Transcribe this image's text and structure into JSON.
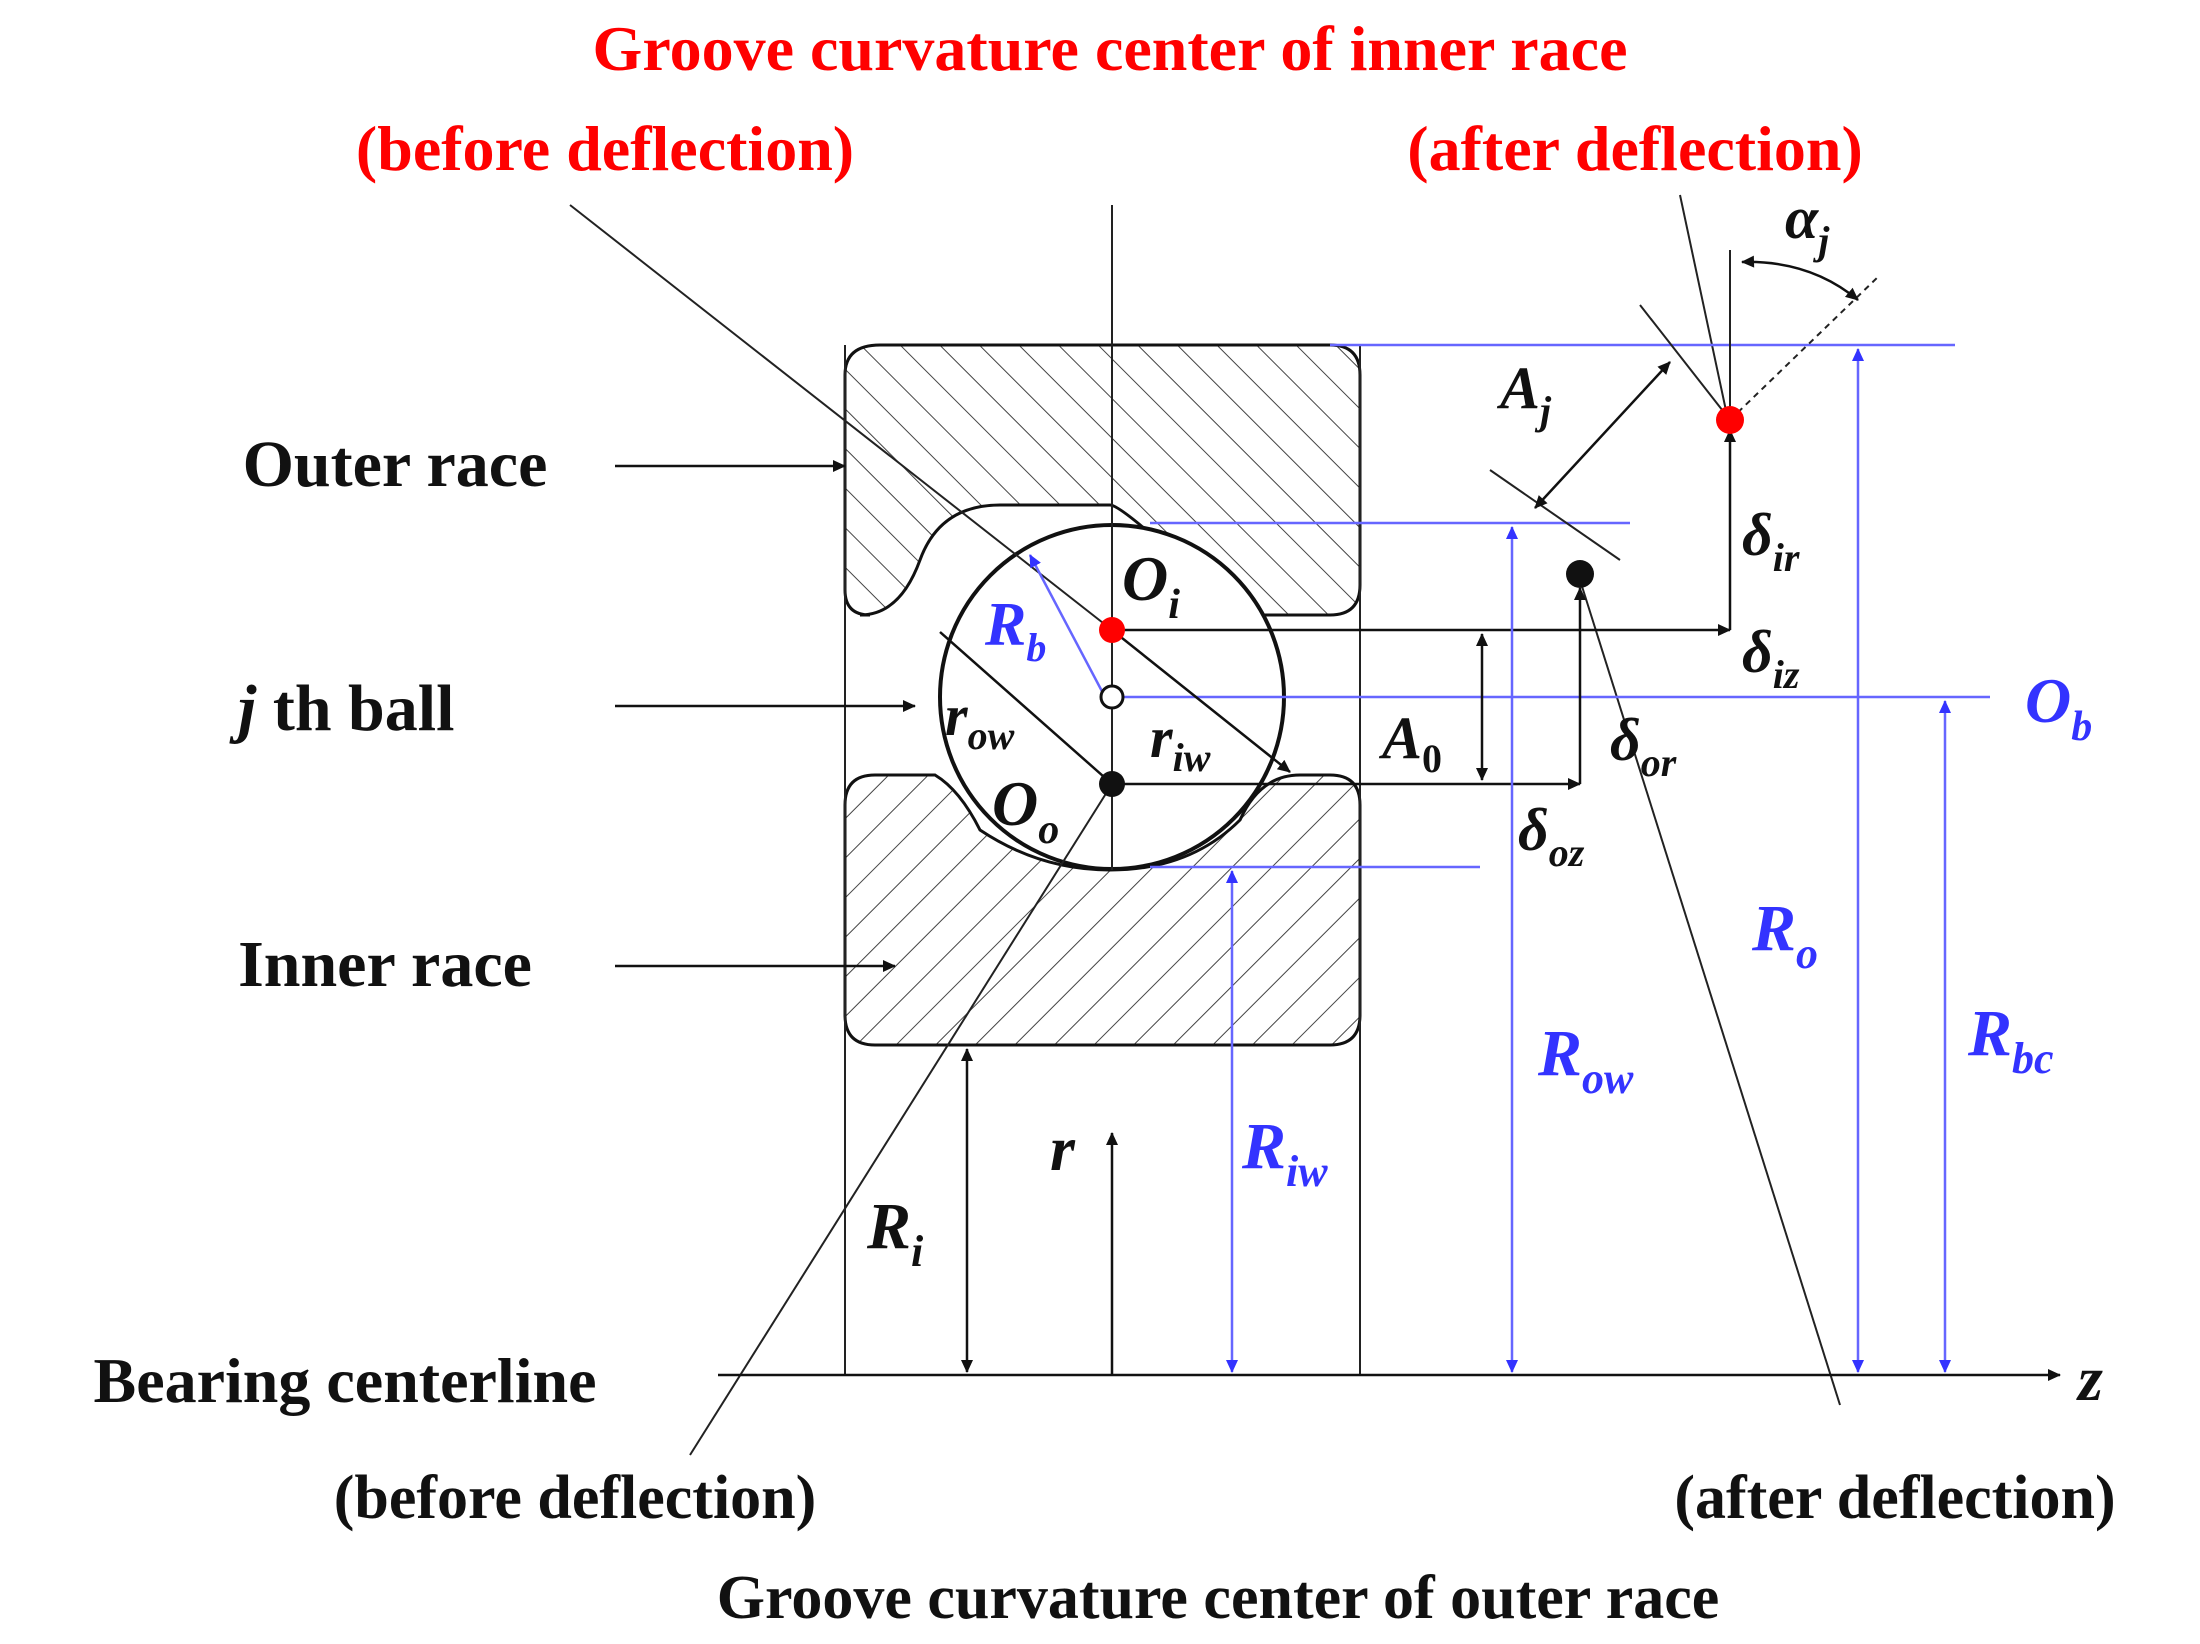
{
  "top_label": {
    "line1": "Groove curvature center of inner race",
    "before": "(before deflection)",
    "after": "(after deflection)"
  },
  "bottom_label": {
    "line1": "Groove curvature center of outer race",
    "before": "(before deflection)",
    "after": "(after deflection)"
  },
  "left_labels": {
    "outer_race": "Outer race",
    "jth_ball_j": "j",
    "jth_ball_rest": " th ball",
    "inner_race": "Inner race",
    "bearing_centerline": "Bearing centerline"
  },
  "symbols": {
    "Oi": {
      "base": "O",
      "sub": "i"
    },
    "Oo": {
      "base": "O",
      "sub": "o"
    },
    "Ob": {
      "base": "O",
      "sub": "b"
    },
    "Rb": {
      "base": "R",
      "sub": "b"
    },
    "row": {
      "base": "r",
      "sub": "ow"
    },
    "riw": {
      "base": "r",
      "sub": "iw"
    },
    "A0": {
      "base": "A",
      "sub": "0"
    },
    "Aj": {
      "base": "A",
      "sub": "j"
    },
    "alpha_j": {
      "base": "α",
      "sub": "j"
    },
    "delta_ir": {
      "base": "δ",
      "sub": "ir"
    },
    "delta_iz": {
      "base": "δ",
      "sub": "iz"
    },
    "delta_or": {
      "base": "δ",
      "sub": "or"
    },
    "delta_oz": {
      "base": "δ",
      "sub": "oz"
    },
    "Ro": {
      "base": "R",
      "sub": "o"
    },
    "Row": {
      "base": "R",
      "sub": "ow"
    },
    "Riw": {
      "base": "R",
      "sub": "iw"
    },
    "Ri": {
      "base": "R",
      "sub": "i"
    },
    "Rbc": {
      "base": "R",
      "sub": "bc"
    },
    "r_axis": "r",
    "z_axis": "z"
  },
  "colors": {
    "highlight": "#ff0000",
    "dimension_blue": "#3333ff",
    "line_blue": "#6666ff",
    "black": "#111111"
  }
}
